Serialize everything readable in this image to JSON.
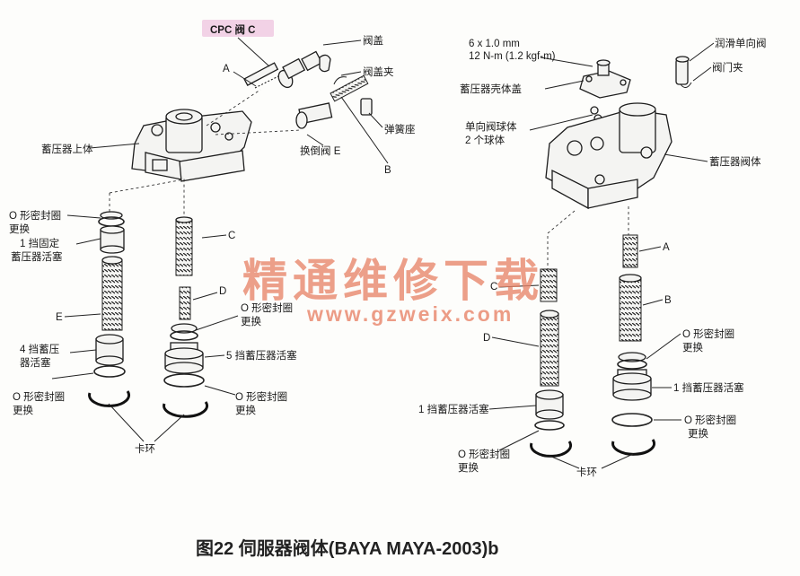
{
  "caption": "图22 伺服器阀体(BAYA MAYA-2003)b",
  "watermark": {
    "text": "精通维修下载",
    "url": "www.gzweix.com",
    "color": "#e8856a"
  },
  "highlight_color": "#f2d2e6",
  "left_assembly": {
    "cpc_valve": "CPC 阀 C",
    "valve_cap": "阀盖",
    "valve_cap_clip": "阀盖夹",
    "label_a": "A",
    "spring_seat": "弹簧座",
    "label_b": "B",
    "shift_valve_e": "换倒阀 E",
    "upper_body": "蓄压器上体",
    "oring_top": "O 形密封圈",
    "oring_top_note": "更换",
    "first_fixed_l1": "1 挡固定",
    "first_fixed_l2": "蓄压器活塞",
    "label_c": "C",
    "label_d": "D",
    "label_e": "E",
    "oring_mid": "O 形密封圈",
    "oring_mid_note": "更换",
    "fourth_piston_l1": "4 挡蓄压",
    "fourth_piston_l2": "器活塞",
    "fifth_piston": "5 挡蓄压器活塞",
    "oring_bl": "O 形密封圈",
    "oring_bl_note": "更换",
    "oring_br": "O 形密封圈",
    "oring_br_note": "更换",
    "snap_ring": "卡环"
  },
  "right_assembly": {
    "torque_l1": "6 x 1.0 mm",
    "torque_l2": "12 N-m (1.2 kgf-m)",
    "lube_check_valve": "润滑单向阀",
    "valve_clip": "阀门夹",
    "housing_cover": "蓄压器壳体盖",
    "check_ball_l1": "单向阀球体",
    "check_ball_l2": "2 个球体",
    "valve_body": "蓄压器阀体",
    "label_a": "A",
    "label_b": "B",
    "label_c": "C",
    "label_d": "D",
    "oring_mid": "O 形密封圈",
    "oring_mid_note": "更换",
    "first_piston_r": "1 挡蓄压器活塞",
    "first_piston_l": "1 挡蓄压器活塞",
    "oring_r": "O 形密封圈",
    "oring_r_note": "更换",
    "oring_b": "O 形密封圈",
    "oring_b_note": "更换",
    "snap_ring": "卡环"
  }
}
